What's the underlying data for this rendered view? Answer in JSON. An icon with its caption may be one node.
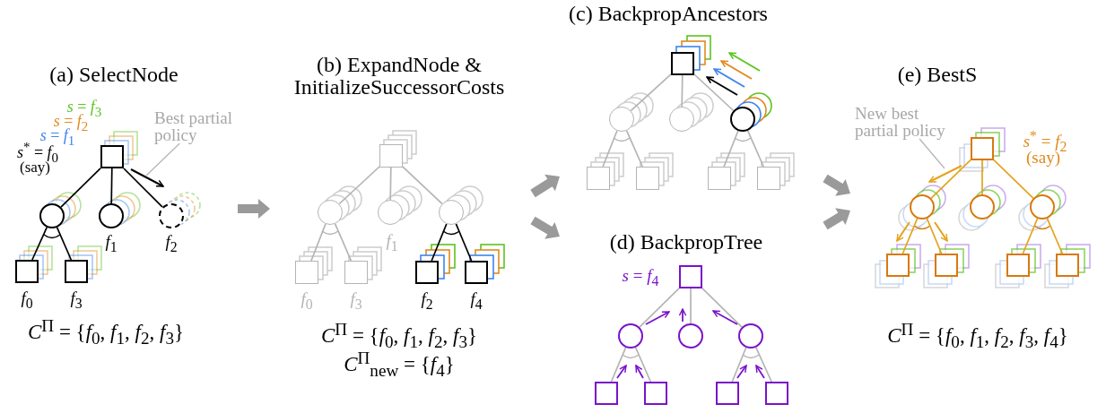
{
  "diagram": {
    "nodes": [
      {
        "text": [],
        "shape": "box"
      },
      {
        "text": [],
        "shape": "circle"
      },
      {
        "text": [],
        "shape": "circle",
        "beside": [
          "*f*$_{1}$"
        ]
      },
      {
        "text": [],
        "shape": "circle",
        "beside": [
          "*f*$_{2}$"
        ]
      },
      {
        "text": [],
        "shape": "box",
        "beside": [
          "*f*$_{0}$"
        ]
      },
      {
        "text": [],
        "shape": "box",
        "beside": [
          "*f*$_{3}$"
        ]
      },
      {
        "text": [
          "Best partial policy"
        ]
      },
      {
        "text": [],
        "shape": "box"
      },
      {
        "text": [],
        "shape": "circle"
      },
      {
        "text": [],
        "shape": "circle",
        "beside": [
          "*f*$_{1}$"
        ]
      },
      {
        "text": [],
        "shape": "circle"
      },
      {
        "text": [],
        "shape": "box",
        "beside": [
          "*f*$_{0}$"
        ]
      },
      {
        "text": [],
        "shape": "box",
        "beside": [
          "*f*$_{3}$"
        ]
      },
      {
        "text": [],
        "shape": "box",
        "beside": [
          "*f*$_{2}$"
        ]
      },
      {
        "text": [],
        "shape": "box",
        "beside": [
          "*f*$_{4}$"
        ]
      },
      {
        "text": [],
        "shape": "box"
      },
      {
        "text": [],
        "shape": "circle"
      },
      {
        "text": [],
        "shape": "circle"
      },
      {
        "text": [],
        "shape": "circle"
      },
      {
        "text": [],
        "shape": "box"
      },
      {
        "text": [],
        "shape": "box"
      },
      {
        "text": [],
        "shape": "box"
      },
      {
        "text": [],
        "shape": "box"
      },
      {
        "text": [],
        "shape": "box",
        "beside": [
          "*s* = *f*$_{4}$"
        ]
      },
      {
        "text": [],
        "shape": "circle"
      },
      {
        "text": [],
        "shape": "circle"
      },
      {
        "text": [],
        "shape": "circle"
      },
      {
        "text": [],
        "shape": "box"
      },
      {
        "text": [],
        "shape": "box"
      },
      {
        "text": [],
        "shape": "box"
      },
      {
        "text": [],
        "shape": "box"
      },
      {
        "text": [
          "New best partial policy"
        ]
      },
      {
        "text": [],
        "shape": "box",
        "beside": [
          "*s*$^{*}$ = *f*$_{2}$",
          "(say)"
        ]
      },
      {
        "text": [],
        "shape": "circle"
      },
      {
        "text": [],
        "shape": "circle"
      },
      {
        "text": [],
        "shape": "circle"
      },
      {
        "text": [],
        "shape": "box"
      },
      {
        "text": [],
        "shape": "box"
      },
      {
        "text": [],
        "shape": "box"
      },
      {
        "text": [],
        "shape": "box"
      }
    ],
    "edges": [
      {
        "from": 0,
        "to": 1,
        "arrow": "none",
        "color": "#000000"
      },
      {
        "from": 0,
        "to": 2,
        "arrow": "none",
        "color": "#000000"
      },
      {
        "from": 0,
        "to": 3,
        "arrow": "none",
        "color": "#000000"
      },
      {
        "from": 1,
        "to": 4,
        "arrow": "none",
        "color": "#000000"
      },
      {
        "from": 1,
        "to": 5,
        "arrow": "none",
        "color": "#000000"
      },
      {
        "from": 6,
        "to": null,
        "arrow": "none"
      },
      {
        "from": 7,
        "to": 8,
        "arrow": "none"
      },
      {
        "from": 7,
        "to": 9,
        "arrow": "none"
      },
      {
        "from": 7,
        "to": 10,
        "arrow": "none"
      },
      {
        "from": 8,
        "to": 11,
        "arrow": "none"
      },
      {
        "from": 8,
        "to": 12,
        "arrow": "none"
      },
      {
        "from": 10,
        "to": 13,
        "arrow": "none",
        "color": "#000000"
      },
      {
        "from": 10,
        "to": 14,
        "arrow": "none",
        "color": "#000000"
      },
      {
        "from": 15,
        "to": 16,
        "arrow": "none"
      },
      {
        "from": 15,
        "to": 17,
        "arrow": "none"
      },
      {
        "from": 15,
        "to": 18,
        "arrow": "none"
      },
      {
        "from": 16,
        "to": 19,
        "arrow": "none"
      },
      {
        "from": 16,
        "to": 20,
        "arrow": "none"
      },
      {
        "from": 18,
        "to": 21,
        "arrow": "none"
      },
      {
        "from": 18,
        "to": 22,
        "arrow": "none"
      },
      {
        "from": 23,
        "to": 24,
        "arrow": "none"
      },
      {
        "from": 23,
        "to": 25,
        "arrow": "none"
      },
      {
        "from": 23,
        "to": 26,
        "arrow": "none"
      },
      {
        "from": 24,
        "to": 27,
        "arrow": "none"
      },
      {
        "from": 24,
        "to": 28,
        "arrow": "none"
      },
      {
        "from": 26,
        "to": 29,
        "arrow": "none"
      },
      {
        "from": 26,
        "to": 30,
        "arrow": "none"
      },
      {
        "from": 31,
        "to": null,
        "arrow": "none"
      },
      {
        "from": 32,
        "to": 33,
        "arrow": "none",
        "color": "#e3a41d"
      },
      {
        "from": 32,
        "to": 34,
        "arrow": "none",
        "color": "#e3a41d"
      },
      {
        "from": 32,
        "to": 35,
        "arrow": "none",
        "color": "#e3a41d"
      },
      {
        "from": 33,
        "to": 36,
        "arrow": "none",
        "color": "#e3a41d"
      },
      {
        "from": 33,
        "to": 37,
        "arrow": "none",
        "color": "#e3a41d"
      },
      {
        "from": 35,
        "to": 38,
        "arrow": "none",
        "color": "#e3a41d"
      },
      {
        "from": 35,
        "to": 39,
        "arrow": "none",
        "color": "#e3a41d"
      },
      {
        "from": 0,
        "to": 3,
        "arrow": "to",
        "color": "#000000"
      },
      {
        "from": 18,
        "to": 15,
        "arrow": "to",
        "color": "#000000"
      },
      {
        "from": 18,
        "to": 15,
        "arrow": "to",
        "color": "#3d85f0"
      },
      {
        "from": 18,
        "to": 15,
        "arrow": "to",
        "color": "#e08a1e"
      },
      {
        "from": 18,
        "to": 15,
        "arrow": "to",
        "color": "#5cc420"
      },
      {
        "from": 24,
        "to": 23,
        "arrow": "to",
        "color": "#7a12c9"
      },
      {
        "from": 25,
        "to": 23,
        "arrow": "to",
        "color": "#7a12c9"
      },
      {
        "from": 26,
        "to": 23,
        "arrow": "to",
        "color": "#7a12c9"
      },
      {
        "from": 27,
        "to": 24,
        "arrow": "to",
        "color": "#7a12c9"
      },
      {
        "from": 28,
        "to": 24,
        "arrow": "to",
        "color": "#7a12c9"
      },
      {
        "from": 29,
        "to": 26,
        "arrow": "to",
        "color": "#7a12c9"
      },
      {
        "from": 30,
        "to": 26,
        "arrow": "to",
        "color": "#7a12c9"
      },
      {
        "from": 32,
        "to": 33,
        "arrow": "to",
        "color": "#e3a41d"
      },
      {
        "from": 33,
        "to": 36,
        "arrow": "to",
        "color": "#e3a41d"
      },
      {
        "from": 33,
        "to": 37,
        "arrow": "to",
        "color": "#e3a41d"
      }
    ],
    "labels": [
      "(a) SelectNode",
      "*s* = *f*$_{3}$",
      "*s* = *f*$_{2}$",
      "*s* = *f*$_{1}$",
      "*s*$^{*}$ = *f*$_{0}$",
      "(say)",
      "*C*$^{Π}$ = {*f*$_{0}$, *f*$_{1}$, *f*$_{2}$, *f*$_{3}$}",
      "(b) ExpandNode & InitializeSuccessorCosts",
      "*C*$^{Π}$ = {*f*$_{0}$, *f*$_{1}$, *f*$_{2}$, *f*$_{3}$}",
      "*C*$^{Π}$$_{new}$ = {*f*$_{4}$}",
      "(c) BackpropAncestors",
      "(d) BackpropTree",
      "(e) BestS",
      "*C*$^{Π}$ = {*f*$_{0}$, *f*$_{1}$, *f*$_{2}$, *f*$_{3}$, *f*$_{4}$}"
    ]
  }
}
